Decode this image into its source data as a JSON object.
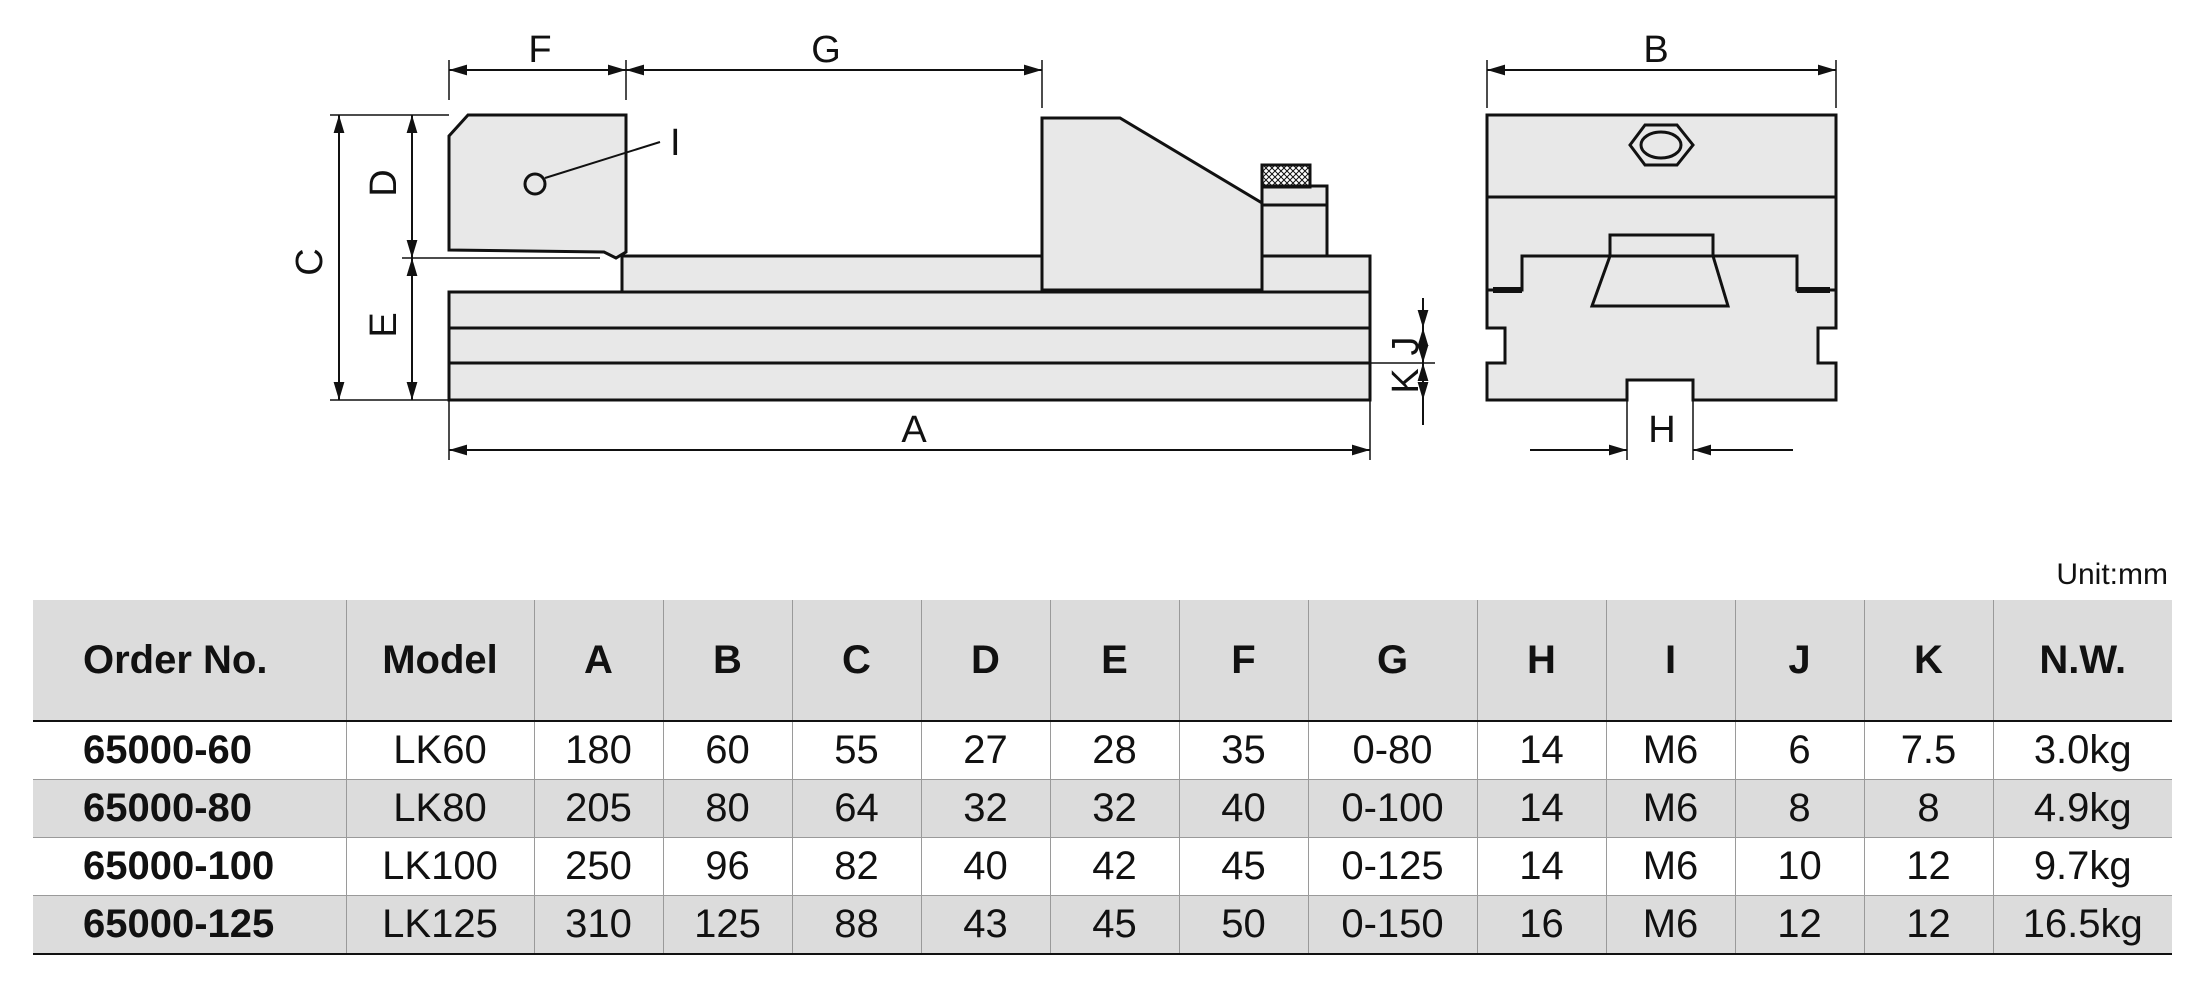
{
  "dimension_labels": {
    "A": "A",
    "B": "B",
    "C": "C",
    "D": "D",
    "E": "E",
    "F": "F",
    "G": "G",
    "H": "H",
    "I": "I",
    "J": "J",
    "K": "K"
  },
  "unit_label": "Unit:mm",
  "table": {
    "headers": [
      "Order No.",
      "Model",
      "A",
      "B",
      "C",
      "D",
      "E",
      "F",
      "G",
      "H",
      "I",
      "J",
      "K",
      "N.W."
    ],
    "rows": [
      [
        "65000-60",
        "LK60",
        "180",
        "60",
        "55",
        "27",
        "28",
        "35",
        "0-80",
        "14",
        "M6",
        "6",
        "7.5",
        "3.0kg"
      ],
      [
        "65000-80",
        "LK80",
        "205",
        "80",
        "64",
        "32",
        "32",
        "40",
        "0-100",
        "14",
        "M6",
        "8",
        "8",
        "4.9kg"
      ],
      [
        "65000-100",
        "LK100",
        "250",
        "96",
        "82",
        "40",
        "42",
        "45",
        "0-125",
        "14",
        "M6",
        "10",
        "12",
        "9.7kg"
      ],
      [
        "65000-125",
        "LK125",
        "310",
        "125",
        "88",
        "43",
        "45",
        "50",
        "0-150",
        "16",
        "M6",
        "12",
        "12",
        "16.5kg"
      ]
    ]
  },
  "colors": {
    "part_fill": "#e8e8e8",
    "header_fill": "#dcdcdc",
    "line": "#111111"
  }
}
